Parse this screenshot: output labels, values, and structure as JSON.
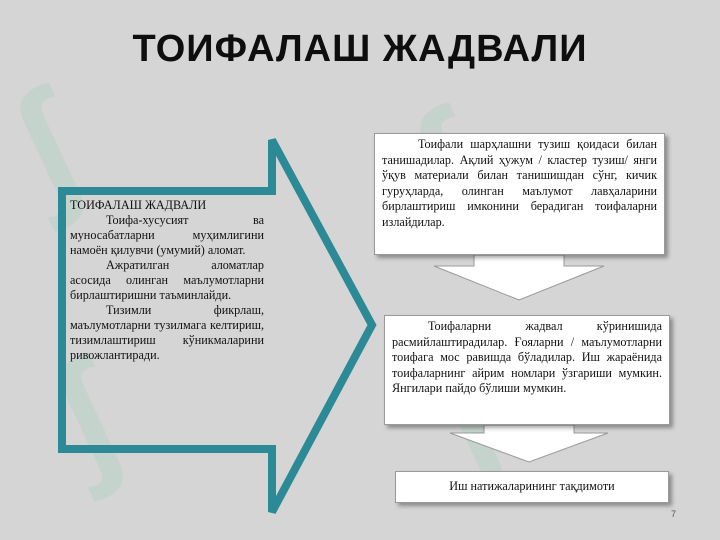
{
  "slide": {
    "title": "ТОИФАЛАШ ЖАДВАЛИ",
    "page_number": "7",
    "colors": {
      "background": "#d5d5d5",
      "arrow_outline": "#2b8a96",
      "box_fill": "#ffffff"
    }
  },
  "left_panel": {
    "heading": "ТОИФАЛАШ ЖАДВАЛИ",
    "paragraphs": [
      "Тоифа-хусусият ва муносабатларни муҳимлигини намоён қилувчи (умумий) аломат.",
      "Ажратилган аломатлар асосида олинган маълумотларни бирлаштиришни таъминлайди.",
      "Тизимли фикрлаш, маълумотларни тузилмага келтириш, тизимлаштириш кўникмаларини ривожлантиради."
    ]
  },
  "steps": [
    "Тоифали шарҳлашни тузиш қоидаси билан танишадилар. Ақлий ҳужум / кластер тузиш/ янги ўқув материали билан танишишдан сўнг, кичик гуруҳларда, олинган маълумот лавҳаларини бирлаштириш имконини берадиган тоифаларни излайдилар.",
    "Тоифаларни жадвал кўринишида расмийлаштирадилар. Ғояларни / маълумотларни тоифага мос равишда бўладилар. Иш жараёнида тоифаларнинг айрим номлари ўзгариши мумкин. Янгилари пайдо бўлиши мумкин.",
    "Иш натижаларининг тақдимоти"
  ]
}
